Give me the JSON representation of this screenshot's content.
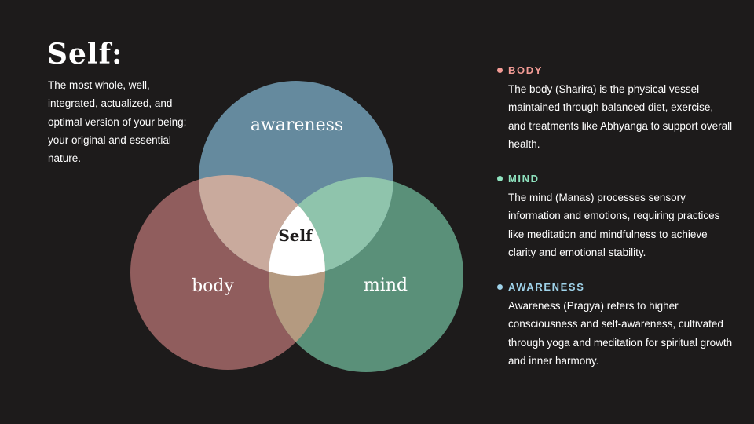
{
  "title": "Self:",
  "description": "The most whole, well, integrated, actualized, and optimal version of your being; your original and essential nature.",
  "diagram": {
    "circles": [
      {
        "label": "awareness",
        "color": "#6a8fa3"
      },
      {
        "label": "body",
        "color": "#9a6363"
      },
      {
        "label": "mind",
        "color": "#5f9a7f"
      }
    ],
    "center_label": "Self"
  },
  "sections": [
    {
      "heading": "BODY",
      "color": "#f29b95",
      "text": "The body (Sharira) is the physical vessel maintained through balanced diet, exercise, and treatments like Abhyanga to support overall health."
    },
    {
      "heading": "MIND",
      "color": "#8fe3bf",
      "text": "The mind (Manas) processes sensory information and emotions, requiring practices like meditation and mindfulness to achieve clarity and emotional stability."
    },
    {
      "heading": "AWARENESS",
      "color": "#9fd3ea",
      "text": "Awareness (Pragya) refers to higher consciousness and self-awareness, cultivated through yoga and meditation for spiritual growth and inner harmony."
    }
  ]
}
